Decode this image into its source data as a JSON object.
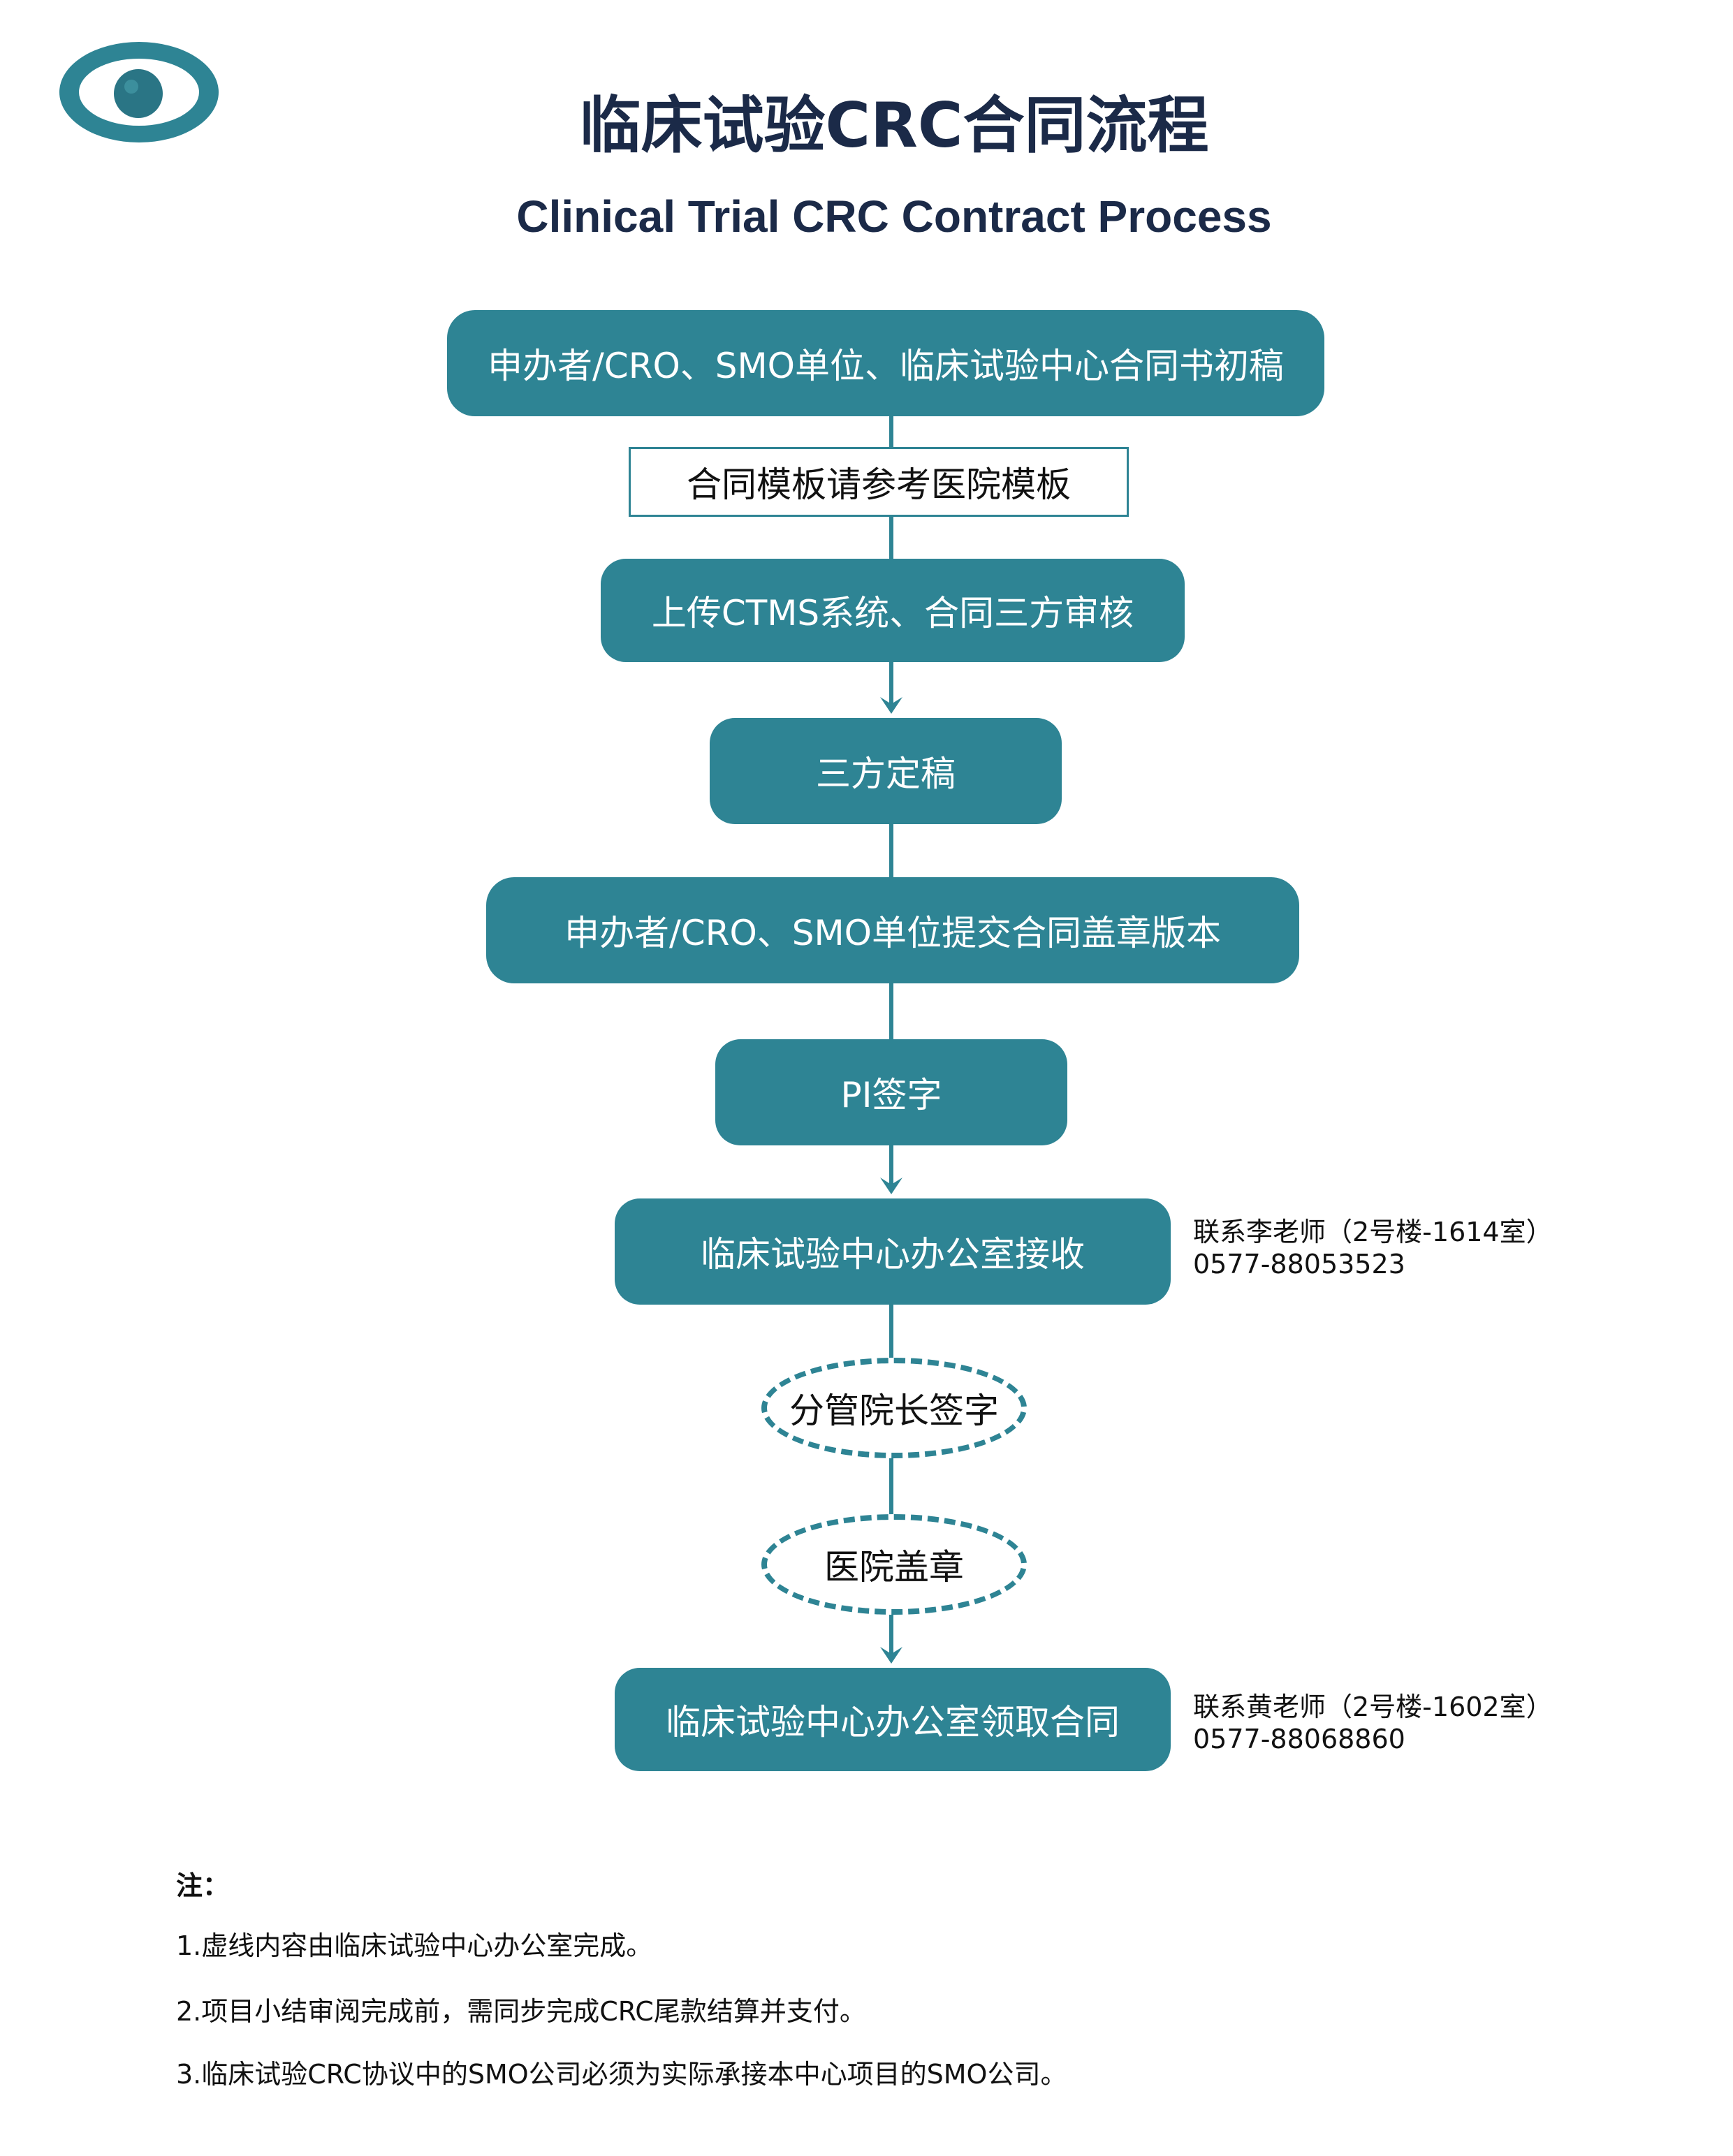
{
  "header": {
    "title_cn": "临床试验CRC合同流程",
    "title_en": "Clinical Trial CRC Contract Process"
  },
  "flow": {
    "draft": "申办者/CRO、SMO单位、临床试验中心合同书初稿",
    "template_note": "合同模板请参考医院模板",
    "upload_review": "上传CTMS系统、合同三方审核",
    "finalize": "三方定稿",
    "submit_sealed": "申办者/CRO、SMO单位提交合同盖章版本",
    "pi_sign": "PI签字",
    "office_receive": "临床试验中心办公室接收",
    "vp_sign": "分管院长签字",
    "hospital_seal": "医院盖章",
    "office_pickup": "临床试验中心办公室领取合同"
  },
  "contacts": {
    "receive": {
      "name": "联系李老师（2号楼-1614室）",
      "phone": "0577-88053523"
    },
    "pickup": {
      "name": "联系黄老师（2号楼-1602室）",
      "phone": "0577-88068860"
    }
  },
  "notes": {
    "heading": "注：",
    "items": [
      "1.虚线内容由临床试验中心办公室完成。",
      "2.项目小结审阅完成前，需同步完成CRC尾款结算并支付。",
      "3.临床试验CRC协议中的SMO公司必须为实际承接本中心项目的SMO公司。"
    ]
  },
  "colors": {
    "accent": "#2e8494",
    "title": "#1b2a48",
    "text": "#111111"
  }
}
